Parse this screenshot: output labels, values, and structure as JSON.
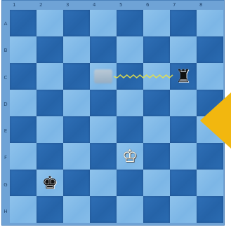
{
  "board": {
    "files": [
      "1",
      "2",
      "3",
      "4",
      "5",
      "6",
      "7",
      "8"
    ],
    "ranks": [
      "A",
      "B",
      "C",
      "D",
      "E",
      "F",
      "G",
      "H"
    ]
  },
  "pieces": [
    {
      "name": "black-rook",
      "glyph": "♜",
      "color": "black",
      "square": "C7"
    },
    {
      "name": "white-king",
      "glyph": "♔",
      "color": "white",
      "square": "F5"
    },
    {
      "name": "black-king",
      "glyph": "♚",
      "color": "black",
      "square": "G2"
    }
  ],
  "move_trail": {
    "from": "C4",
    "to": "C7",
    "trail_color": "#e6e04a"
  },
  "side_arrow": {
    "icon": "arrow-left-icon",
    "color": "#f2b70f"
  },
  "colors": {
    "dark_square": "#2563a8",
    "light_square": "#7cb6e6",
    "frame": "#6fa3d6"
  }
}
